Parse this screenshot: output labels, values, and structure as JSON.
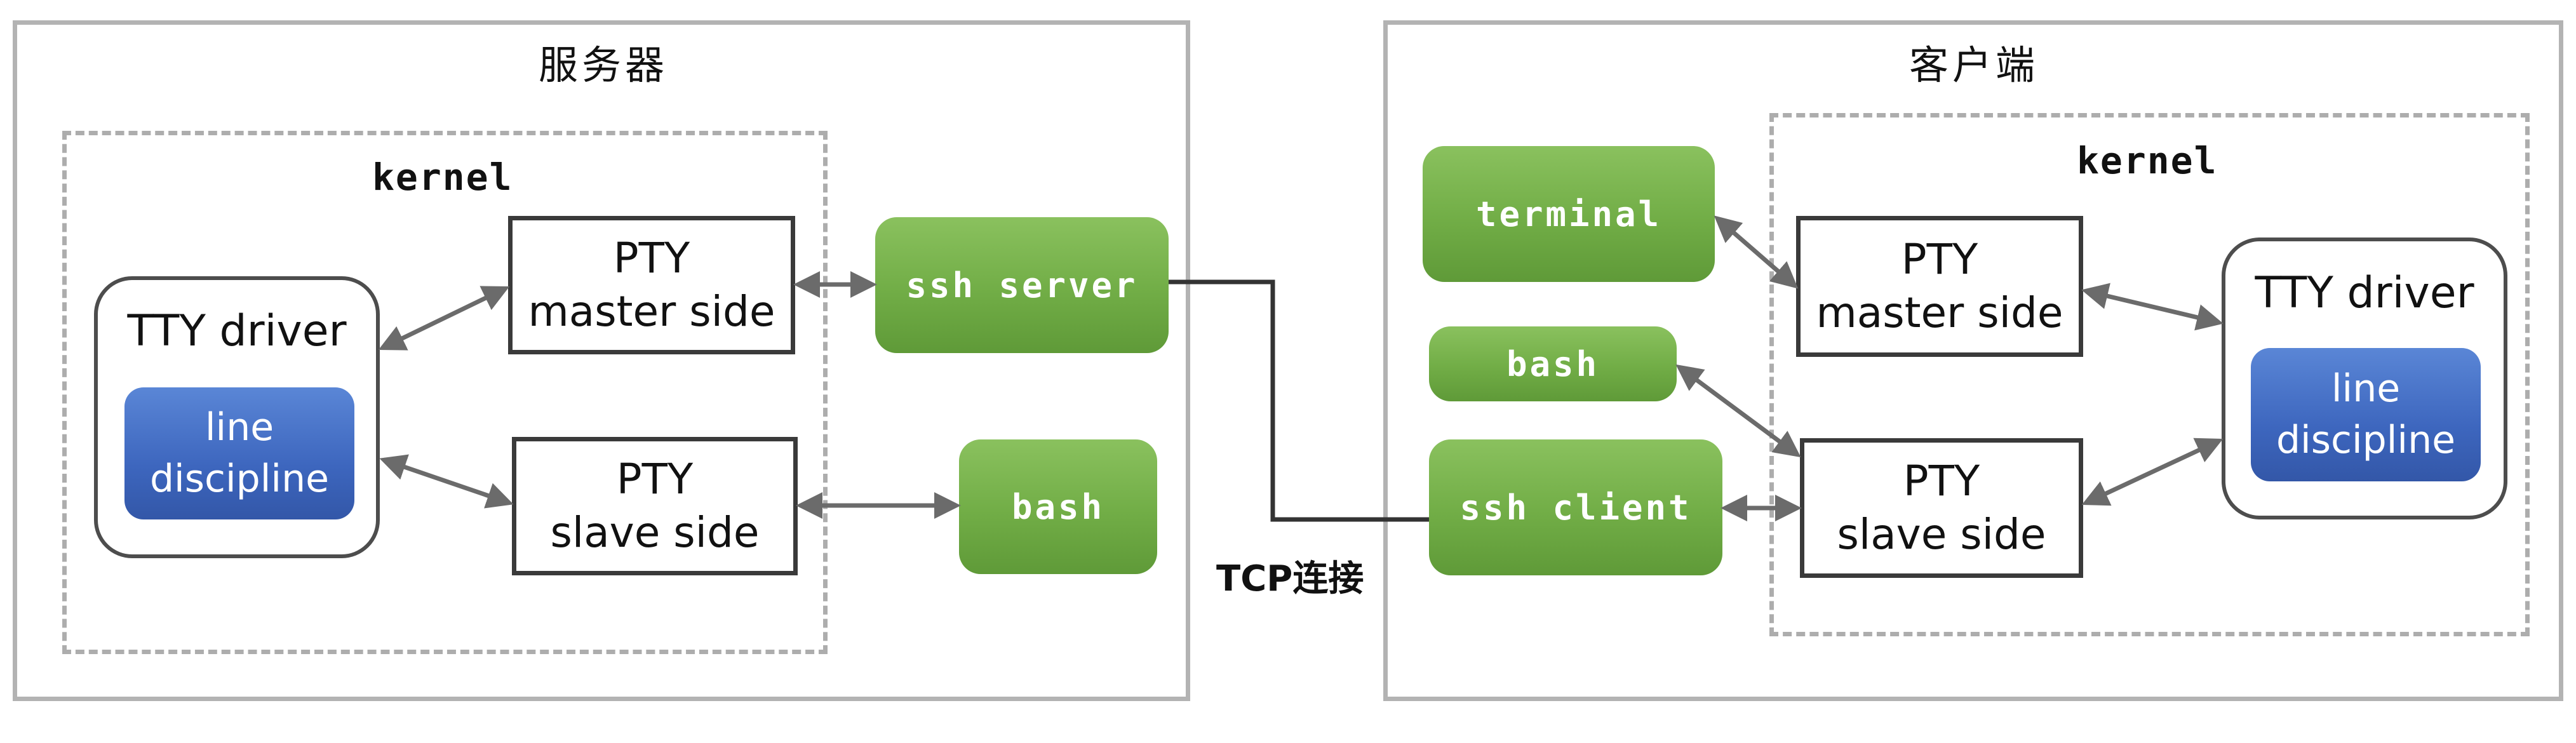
{
  "server": {
    "title": "服务器",
    "kernel_label": "kernel",
    "tty": {
      "title": "TTY driver",
      "line_discipline": [
        "line",
        "discipline"
      ]
    },
    "pty_master": [
      "PTY",
      "master side"
    ],
    "pty_slave": [
      "PTY",
      "slave side"
    ],
    "ssh_server": "ssh server",
    "bash": "bash"
  },
  "client": {
    "title": "客户端",
    "kernel_label": "kernel",
    "terminal": "terminal",
    "bash": "bash",
    "ssh_client": "ssh client",
    "pty_master": [
      "PTY",
      "master side"
    ],
    "pty_slave": [
      "PTY",
      "slave side"
    ],
    "tty": {
      "title": "TTY driver",
      "line_discipline": [
        "line",
        "discipline"
      ]
    }
  },
  "connection": {
    "label": "TCP连接"
  },
  "colors": {
    "panel_border": "#b3b3b3",
    "kernel_dash": "#adadad",
    "pty_border": "#3a3a3a",
    "arrow": "#6b6b6b",
    "tcp_line": "#333333",
    "green_top": "#8ac15e",
    "green_bottom": "#5f9a38",
    "blue_top": "#5a86d6",
    "blue_bottom": "#3357a8"
  }
}
